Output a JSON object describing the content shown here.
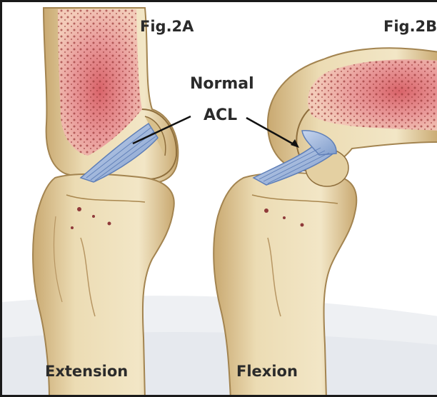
{
  "labels": {
    "fig_a": "Fig.2A",
    "fig_b": "Fig.2B",
    "normal": "Normal",
    "acl": "ACL",
    "extension": "Extension",
    "flexion": "Flexion"
  },
  "colors": {
    "bone_fill": "#ecdcb4",
    "bone_shade": "#c9a971",
    "marrow": "#e99a9a",
    "marrow_center": "#d9646a",
    "ligament": "#9fb8de",
    "ligament_stroke": "#5f7fb8",
    "leader_line": "#111111",
    "background_band": "#eef0f3"
  }
}
